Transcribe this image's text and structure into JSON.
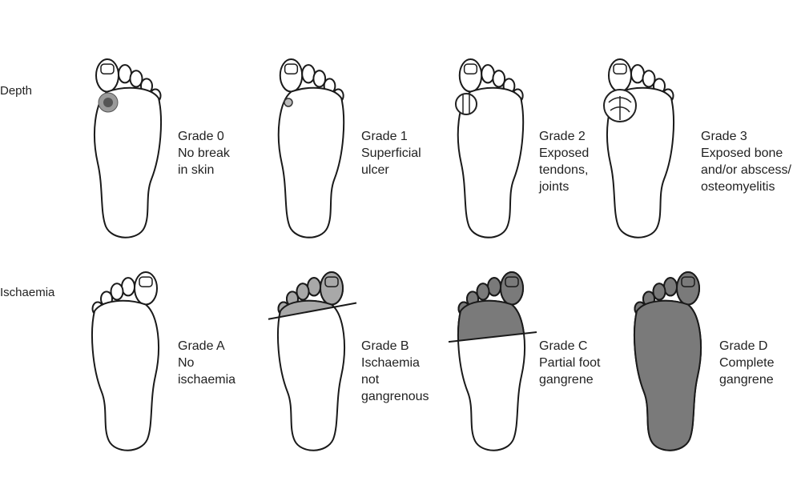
{
  "rows": {
    "depth": {
      "label": "Depth",
      "grades": [
        {
          "lines": [
            "Grade 0",
            "No break",
            "in skin"
          ]
        },
        {
          "lines": [
            "Grade 1",
            "Superficial",
            "ulcer"
          ]
        },
        {
          "lines": [
            "Grade 2",
            "Exposed",
            "tendons,",
            "joints"
          ]
        },
        {
          "lines": [
            "Grade 3",
            "Exposed bone",
            "and/or abscess/",
            "osteomyelitis"
          ]
        }
      ]
    },
    "ischaemia": {
      "label": "Ischaemia",
      "grades": [
        {
          "lines": [
            "Grade A",
            "No",
            "ischaemia"
          ]
        },
        {
          "lines": [
            "Grade B",
            "Ischaemia",
            "not",
            "gangrenous"
          ]
        },
        {
          "lines": [
            "Grade C",
            "Partial foot",
            "gangrene"
          ]
        },
        {
          "lines": [
            "Grade D",
            "Complete",
            "gangrene"
          ]
        }
      ]
    }
  },
  "colors": {
    "gangrene": "#7a7a7a",
    "ischaemia": "#a8a8a8",
    "outline": "#1a1a1a"
  }
}
